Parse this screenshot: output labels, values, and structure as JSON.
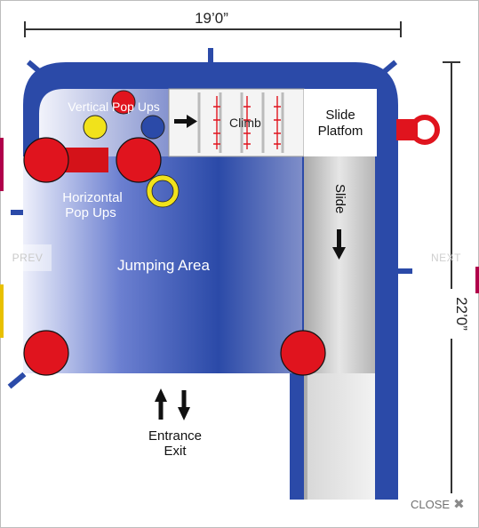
{
  "diagram": {
    "dimension_width": "19’0”",
    "dimension_height": "22’0”",
    "labels": {
      "vertical_pop_ups": "Vertical Pop Ups",
      "climb": "Climb",
      "slide_platform_line1": "Slide",
      "slide_platform_line2": "Platfom",
      "horizontal_pop_ups_line1": "Horizontal",
      "horizontal_pop_ups_line2": "Pop Ups",
      "jumping_area": "Jumping Area",
      "slide": "Slide",
      "entrance": "Entrance",
      "exit": "Exit"
    },
    "colors": {
      "wall": "#2b4aa8",
      "pillar": "#e0141e",
      "popup_yellow": "#f1e21b",
      "popup_blue": "#2b4aa8",
      "slide_gray": "#c8c8c8"
    }
  },
  "viewer": {
    "prev_label": "PREV",
    "next_label": "NEXT",
    "close_label": "CLOSE",
    "close_icon": "close-icon"
  }
}
